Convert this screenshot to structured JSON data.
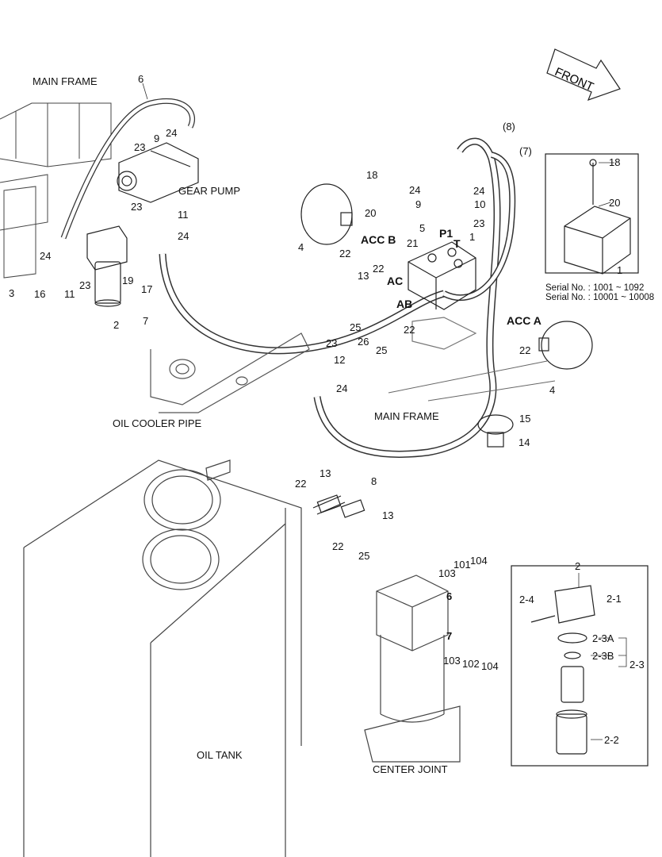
{
  "front": "FRONT",
  "places": {
    "main_frame_top": "MAIN FRAME",
    "gear_pump": "GEAR PUMP",
    "oil_cooler_pipe": "OIL COOLER PIPE",
    "main_frame_mid": "MAIN FRAME",
    "oil_tank": "OIL TANK",
    "center_joint": "CENTER JOINT"
  },
  "ports": {
    "acc_b": "ACC B",
    "acc_a": "ACC A",
    "ac": "AC",
    "ab": "AB",
    "p1": "P1",
    "t": "T"
  },
  "serial": {
    "line1": "Serial No. : 1001 ~ 1092",
    "line2": "Serial No. : 10001 ~ 10008"
  },
  "callouts": {
    "c6": "6",
    "c9": "9",
    "c24a": "24",
    "c23a": "23",
    "c23b": "23",
    "c11a": "11",
    "c24b": "24",
    "c24c": "24",
    "c16": "16",
    "c3": "3",
    "c11b": "11",
    "c23c": "23",
    "c19": "19",
    "c17": "17",
    "c2": "2",
    "c7": "7",
    "c18": "18",
    "c20": "20",
    "c4a": "4",
    "c22a": "22",
    "c5": "5",
    "c21": "21",
    "c1": "1",
    "c8p": "(8)",
    "c7p": "(7)",
    "c24d": "24",
    "c9b": "9",
    "c10": "10",
    "c24e": "24",
    "c23d": "23",
    "c13a": "13",
    "c22b": "22",
    "c25a": "25",
    "c26": "26",
    "c22c": "22",
    "c25b": "25",
    "c22d": "22",
    "c4b": "4",
    "c23e": "23",
    "c12": "12",
    "c24f": "24",
    "c15": "15",
    "c14": "14",
    "c8": "8",
    "c22e": "22",
    "c13b": "13",
    "c13c": "13",
    "c22f": "22",
    "c25c": "25",
    "c18b": "18",
    "c20b": "20",
    "c1b": "1",
    "c101": "101",
    "c104a": "104",
    "c103a": "103",
    "c6b": "6",
    "c7b": "7",
    "c103b": "103",
    "c102": "102",
    "c104b": "104",
    "c2box": "2",
    "c2_4": "2-4",
    "c2_1": "2-1",
    "c2_3a": "2-3A",
    "c2_3b": "2-3B",
    "c2_3": "2-3",
    "c2_2": "2-2"
  }
}
